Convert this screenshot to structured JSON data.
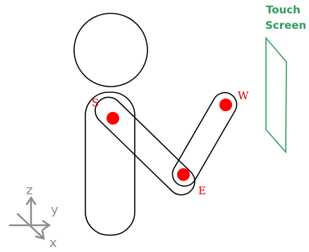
{
  "colors": {
    "outline": "#000000",
    "joint": "#ff0000",
    "joint_label": "#d40000",
    "screen": "#2e9e5b",
    "axes": "#8c8c8c"
  },
  "joints": {
    "shoulder": "S",
    "elbow": "E",
    "wrist": "W"
  },
  "screen": {
    "label_line1": "Touch",
    "label_line2": "Screen"
  },
  "axes": {
    "z": "z",
    "y": "y",
    "x": "x"
  }
}
